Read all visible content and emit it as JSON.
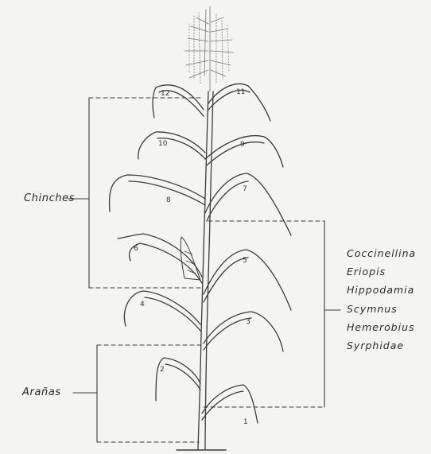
{
  "groups": {
    "chinches": "Chinches",
    "aranas": "Arañas"
  },
  "predators": [
    "Coccinellina",
    "Eriopis",
    "Hippodamia",
    "Scymnus",
    "Hemerobius",
    "Syrphidae"
  ],
  "leaf_numbers": [
    "1",
    "2",
    "3",
    "4",
    "5",
    "6",
    "7",
    "8",
    "9",
    "10",
    "11",
    "12"
  ]
}
